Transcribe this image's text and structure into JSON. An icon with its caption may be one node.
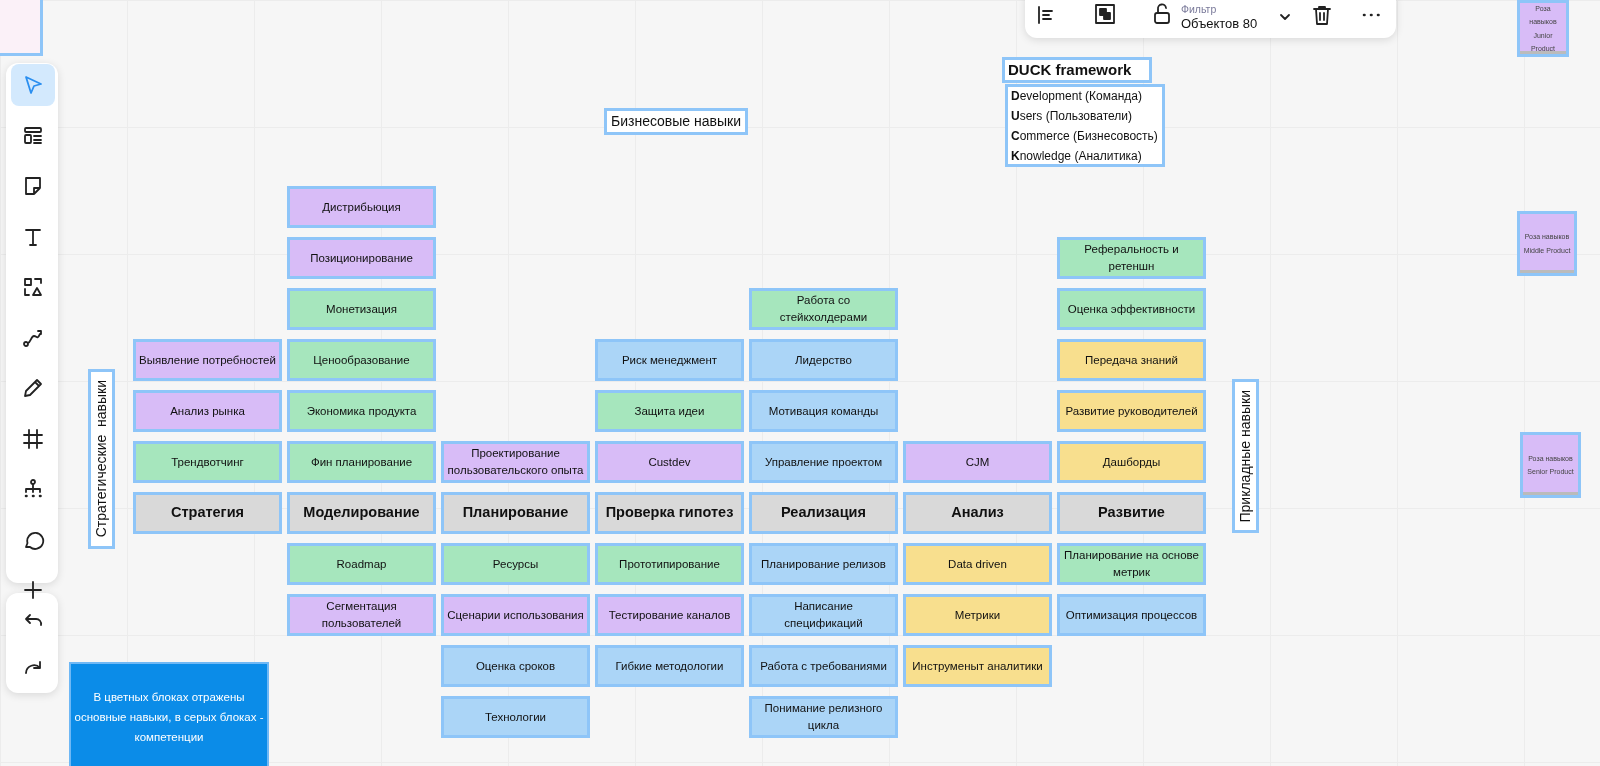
{
  "diagram": {
    "nodes": [
      {
        "text": [
          "Роза навыков Junior Product"
        ]
      },
      {
        "text": [],
        "shape": "box"
      },
      {
        "text": [
          "DUCK framework"
        ]
      },
      {
        "text": [
          "**D**evelopment (Команда)",
          "**U**sers (Пользователи)",
          "**C**ommerce (Бизнесовость)",
          "**K**nowledge (Аналитика)"
        ]
      },
      {
        "text": [
          "Бизнесовые навыки"
        ]
      },
      {
        "text": [
          "Дистрибьюция"
        ]
      },
      {
        "text": [
          "Позиционирование"
        ]
      },
      {
        "text": [
          "Реферальность и ретеншн"
        ]
      },
      {
        "text": [
          "Роза навыков Middle Product"
        ]
      },
      {
        "text": [
          "Монетизация"
        ]
      },
      {
        "text": [
          "Работа со стейкхолдерами"
        ]
      },
      {
        "text": [
          "Оценка эффективности"
        ]
      },
      {
        "text": [
          "Выявление потребностей"
        ]
      },
      {
        "text": [
          "Ценообразование"
        ]
      },
      {
        "text": [
          "Риск менеджмент"
        ]
      },
      {
        "text": [
          "Лидерство"
        ]
      },
      {
        "text": [
          "Передача знаний"
        ]
      },
      {
        "text": [
          "Стратегические  навыки"
        ]
      },
      {
        "text": [
          "Анализ рынка"
        ]
      },
      {
        "text": [
          "Экономика продукта"
        ]
      },
      {
        "text": [
          "Защита идеи"
        ]
      },
      {
        "text": [
          "Мотивация команды"
        ]
      },
      {
        "text": [
          "Развитие руководителей"
        ]
      },
      {
        "text": [
          "Прикладные навыки"
        ]
      },
      {
        "text": [
          "Роза навыков Senior Product"
        ]
      },
      {
        "text": [
          "Трендвотчинг"
        ]
      },
      {
        "text": [
          "Фин планирование"
        ]
      },
      {
        "text": [
          "Проектирование пользовательского опыта"
        ]
      },
      {
        "text": [
          "Custdev"
        ]
      },
      {
        "text": [
          "Управление проектом"
        ]
      },
      {
        "text": [
          "CJM"
        ]
      },
      {
        "text": [
          "Дашборды"
        ]
      },
      {
        "text": [
          "Стратегия"
        ]
      },
      {
        "text": [
          "Моделирование"
        ]
      },
      {
        "text": [
          "Планирование"
        ]
      },
      {
        "text": [
          "Проверка гипотез"
        ]
      },
      {
        "text": [
          "Реализация"
        ]
      },
      {
        "text": [
          "Анализ"
        ]
      },
      {
        "text": [
          "Развитие"
        ]
      },
      {
        "text": [
          "Roadmap"
        ]
      },
      {
        "text": [
          "Ресурсы"
        ]
      },
      {
        "text": [
          "Прототипирование"
        ]
      },
      {
        "text": [
          "Планирование релизов"
        ]
      },
      {
        "text": [
          "Data driven"
        ]
      },
      {
        "text": [
          "Планирование на основе метрик"
        ]
      },
      {
        "text": [
          "Сегментация пользователей"
        ]
      },
      {
        "text": [
          "Сценарии использования"
        ]
      },
      {
        "text": [
          "Тестирование каналов"
        ]
      },
      {
        "text": [
          "Написание спецификаций"
        ]
      },
      {
        "text": [
          "Метрики"
        ]
      },
      {
        "text": [
          "Оптимизация процессов"
        ]
      },
      {
        "text": [
          "Оценка сроков"
        ]
      },
      {
        "text": [
          "Гибкие методологии"
        ]
      },
      {
        "text": [
          "Работа с требованиями"
        ]
      },
      {
        "text": [
          "Инструменыт аналитики"
        ]
      },
      {
        "text": [
          "В цветных блоках  отражены основные навыки, в серых блоках - компетенции"
        ]
      },
      {
        "text": [
          "Технологии"
        ]
      },
      {
        "text": [
          "Понимание релизного цикла"
        ]
      }
    ],
    "labels": [
      "Фильтр",
      "Объектов 80"
    ]
  }
}
